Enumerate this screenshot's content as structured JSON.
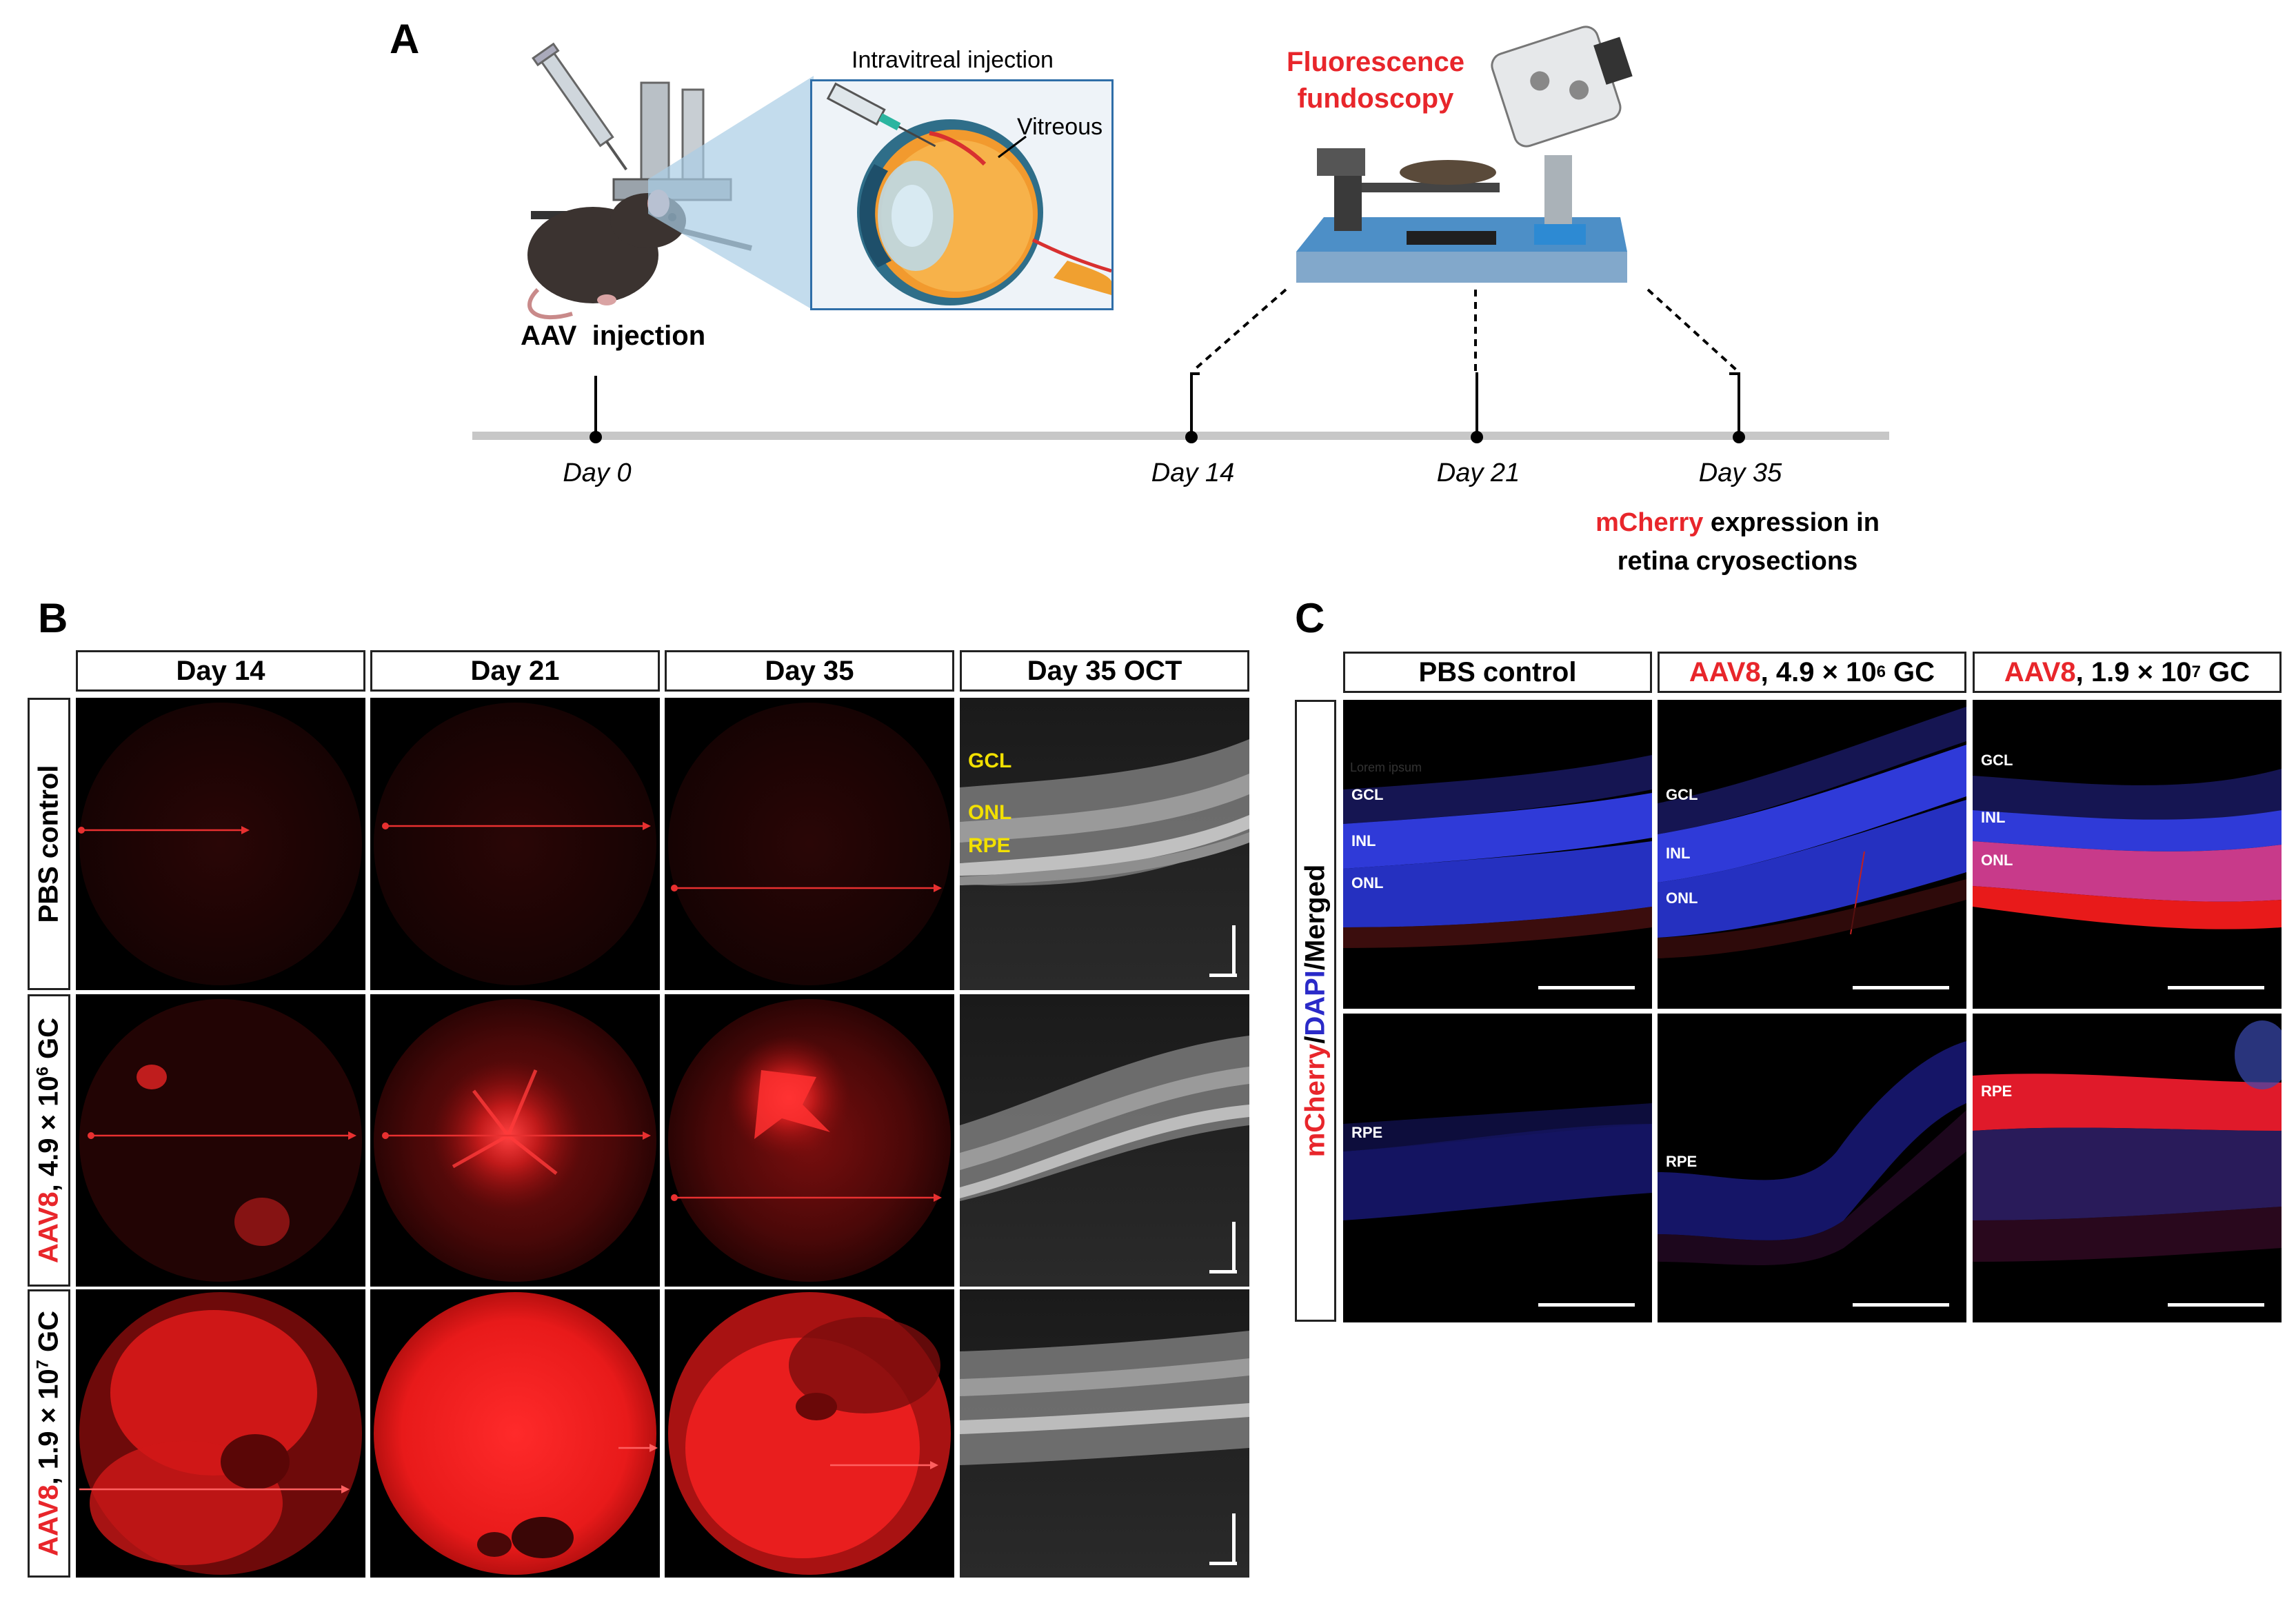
{
  "panelA": {
    "letter": "A",
    "injection_title": "Intravitreal injection",
    "vitreous_label": "Vitreous",
    "aav_label": "AAV  injection",
    "fluor_line1": "Fluorescence",
    "fluor_line2": "fundoscopy",
    "days": [
      "Day 0",
      "Day 14",
      "Day 21",
      "Day 35"
    ],
    "mcherry_word": "mCherry",
    "expr_rest": " expression in",
    "expr_line2": "retina cryosections"
  },
  "panelB": {
    "letter": "B",
    "columns": [
      "Day 14",
      "Day 21",
      "Day 35",
      "Day 35 OCT"
    ],
    "rows": [
      {
        "plain": "PBS control"
      },
      {
        "red": "AAV8",
        "rest": ", 4.9 × 10",
        "sup": "6",
        "tail": " GC"
      },
      {
        "red": "AAV8",
        "rest": ", 1.9 × 10",
        "sup": "7",
        "tail": " GC"
      }
    ],
    "oct_layers": [
      "GCL",
      "ONL",
      "RPE"
    ]
  },
  "panelC": {
    "letter": "C",
    "columns": [
      {
        "plain": "PBS control"
      },
      {
        "red": "AAV8",
        "rest": ", 4.9 × 10",
        "sup": "6",
        "tail": " GC"
      },
      {
        "red": "AAV8",
        "rest": ", 1.9 × 10",
        "sup": "7",
        "tail": " GC"
      }
    ],
    "side_red": "mCherry",
    "side_slash1": "/",
    "side_blue": "DAPI",
    "side_rest": "/Merged",
    "faint_text": "Lorem ipsum",
    "row1_labels": [
      [
        "GCL",
        "INL",
        "ONL"
      ],
      [
        "GCL",
        "INL",
        "ONL"
      ],
      [
        "GCL",
        "INL",
        "ONL"
      ]
    ],
    "row2_label": "RPE"
  },
  "colors": {
    "accent_red": "#e8262b",
    "dapi_blue": "#2a2ac8",
    "oct_yellow": "#f2e000"
  }
}
